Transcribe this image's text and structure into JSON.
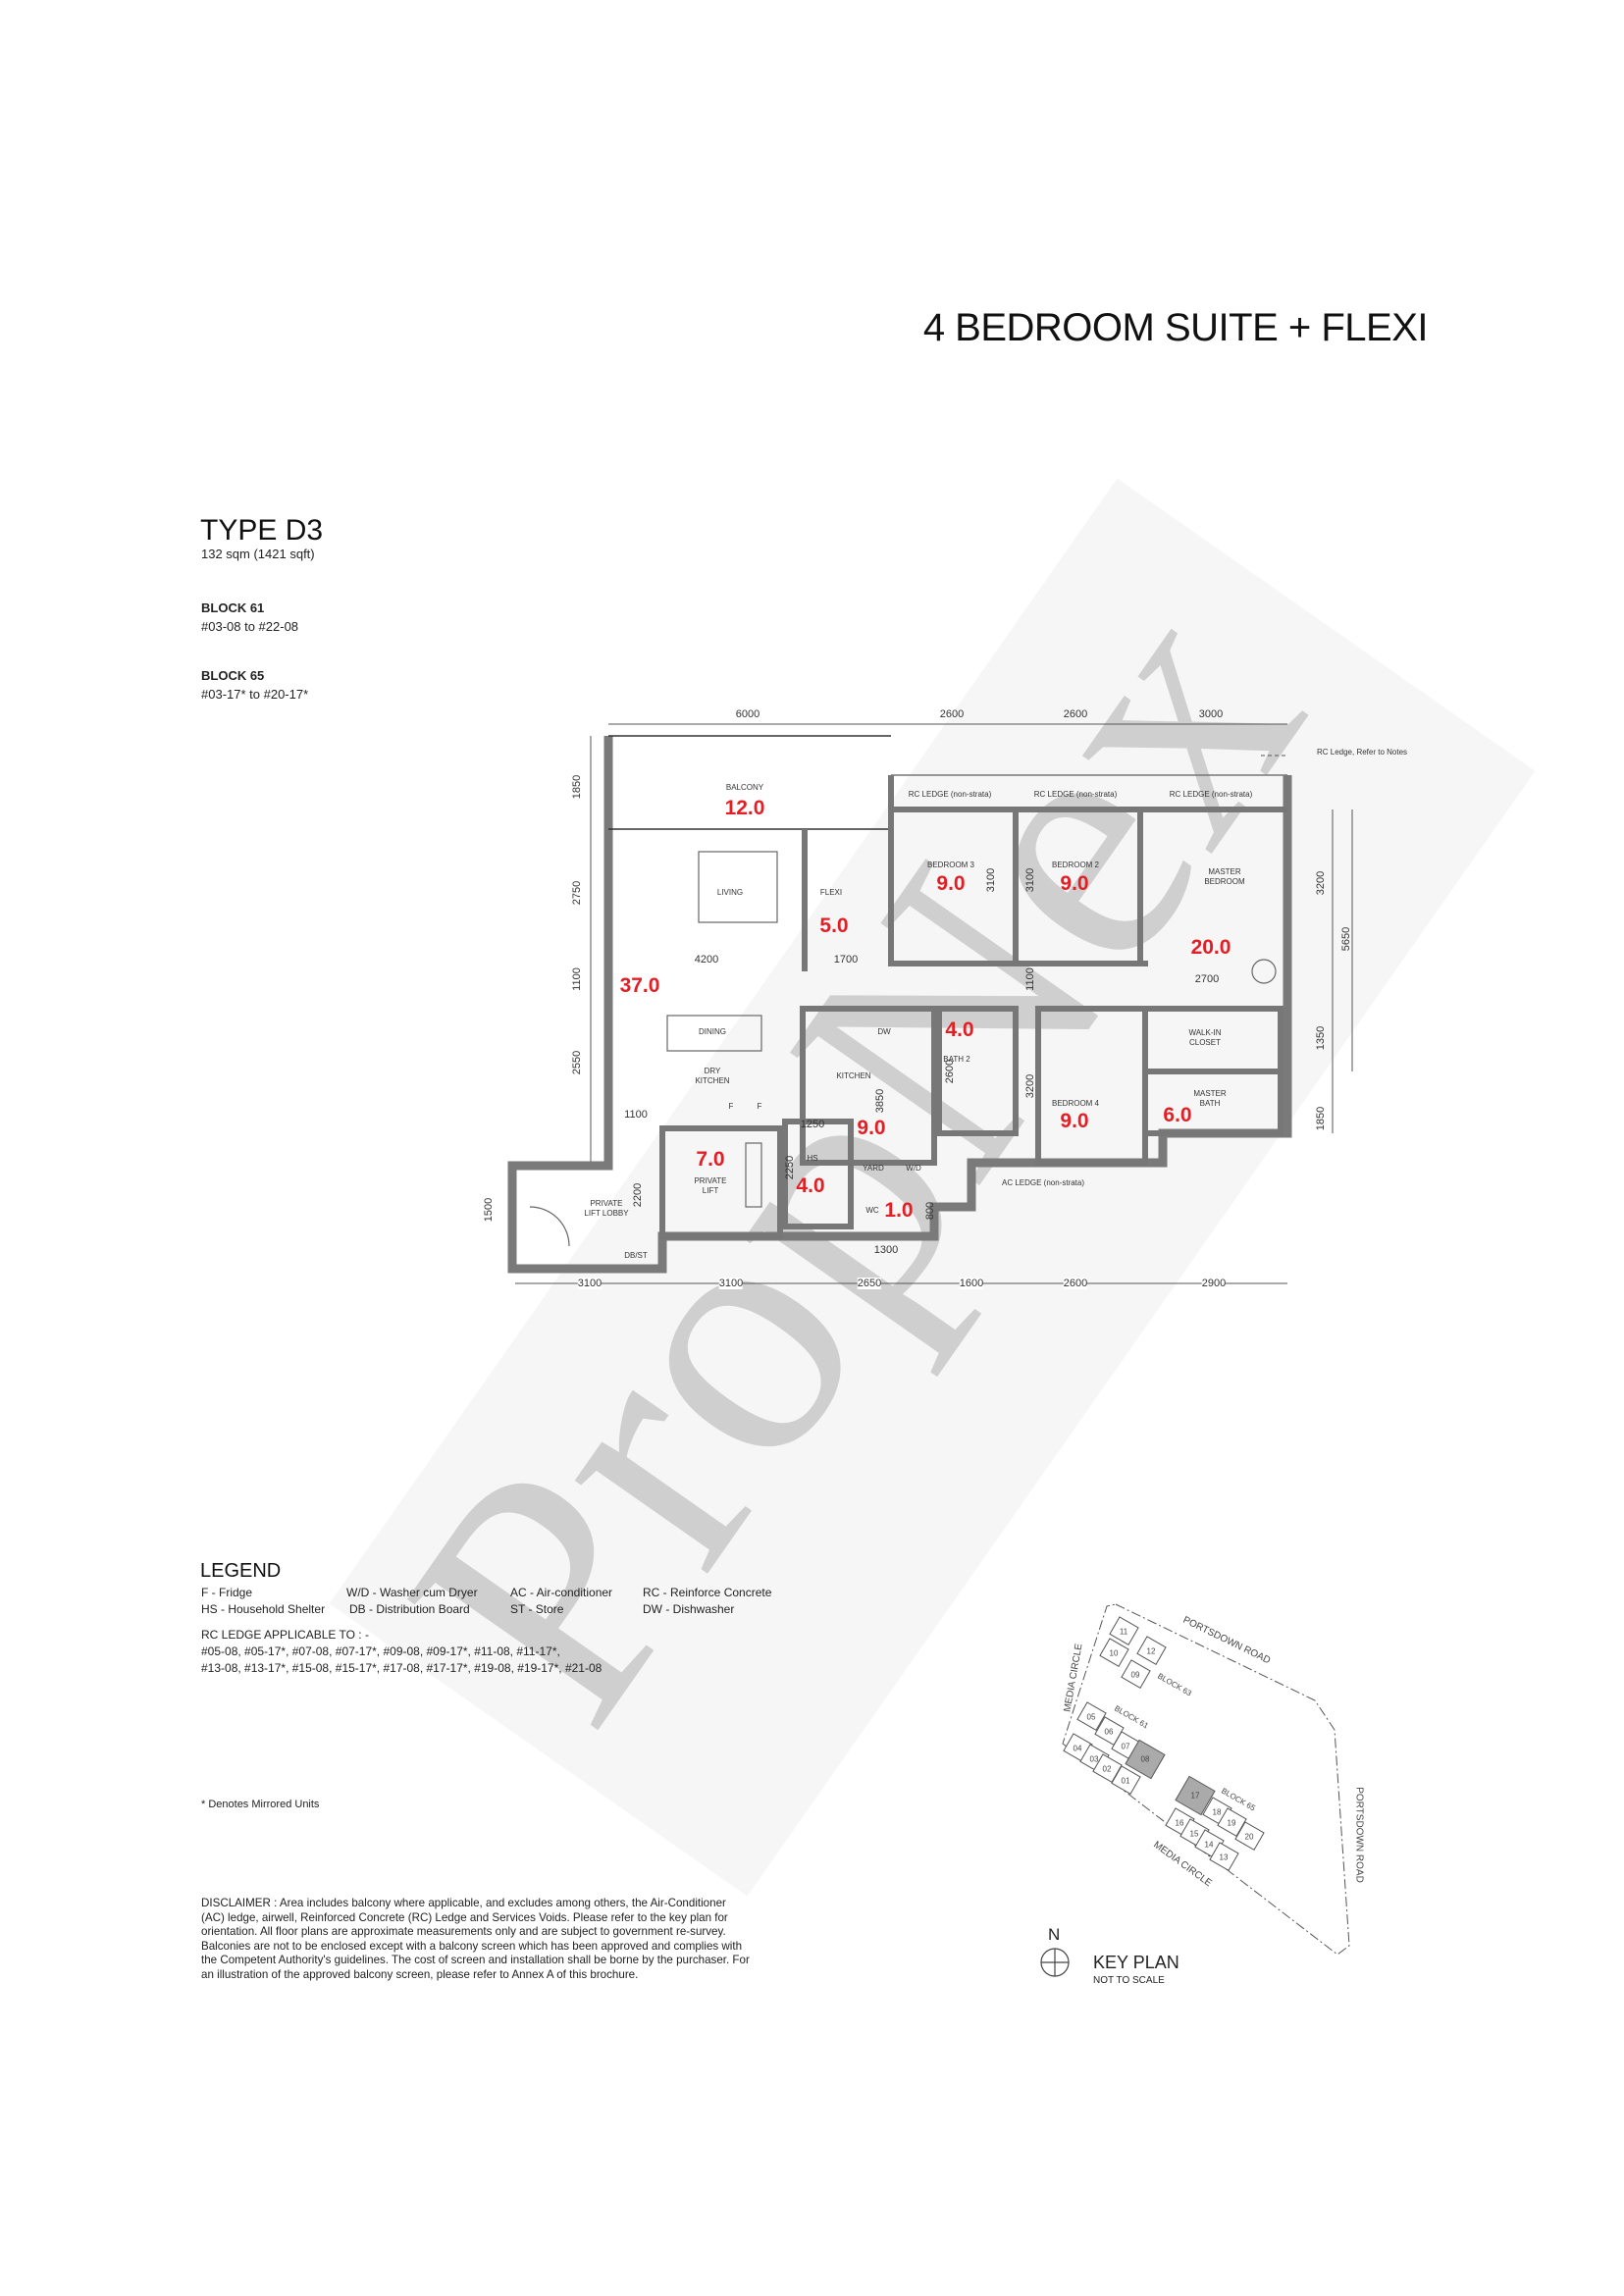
{
  "header": {
    "title": "4 BEDROOM SUITE + FLEXI"
  },
  "unit": {
    "type": "TYPE D3",
    "size": "132 sqm (1421 sqft)",
    "blocks": [
      {
        "name": "BLOCK 61",
        "units": "#03-08 to #22-08"
      },
      {
        "name": "BLOCK 65",
        "units": "#03-17* to #20-17*"
      }
    ]
  },
  "plan": {
    "rc_ledge_note": "RC Ledge, Refer to Notes",
    "rooms": {
      "balcony": {
        "label": "BALCONY",
        "area": "12.0"
      },
      "living": {
        "label": "LIVING"
      },
      "living_dining_area": "37.0",
      "flexi": {
        "label": "FLEXI",
        "area": "5.0"
      },
      "bedroom3": {
        "label": "BEDROOM 3",
        "area": "9.0"
      },
      "bedroom2": {
        "label": "BEDROOM 2",
        "area": "9.0"
      },
      "master_bedroom": {
        "label": "MASTER BEDROOM",
        "area": "20.0"
      },
      "dining": {
        "label": "DINING"
      },
      "dry_kitchen": {
        "label": "DRY KITCHEN"
      },
      "kitchen": {
        "label": "KITCHEN",
        "area": "9.0"
      },
      "bath2": {
        "label": "BATH 2",
        "area": "4.0"
      },
      "walk_in_closet": {
        "label": "WALK-IN CLOSET"
      },
      "bedroom4": {
        "label": "BEDROOM 4",
        "area": "9.0"
      },
      "master_bath": {
        "label": "MASTER BATH",
        "area": "6.0"
      },
      "private_lift": {
        "label": "PRIVATE LIFT",
        "area": "7.0"
      },
      "hs": {
        "label": "HS",
        "area": "4.0"
      },
      "yard": {
        "label": "YARD"
      },
      "wd": {
        "label": "W/D"
      },
      "wc": {
        "label": "WC",
        "area": "1.0"
      },
      "lift_lobby": {
        "label": "PRIVATE LIFT LOBBY"
      },
      "dbst": {
        "label": "DB/ST"
      },
      "dw": {
        "label": "DW"
      },
      "fridge": {
        "label": "F"
      },
      "ac_ledge": {
        "label": "AC LEDGE (non-strata)"
      },
      "rc_ledge": {
        "label": "RC LEDGE (non-strata)"
      }
    },
    "dims_top": [
      "6000",
      "2600",
      "2600",
      "3000"
    ],
    "dims_bottom": [
      "3100",
      "3100",
      "2650",
      "1600",
      "2600",
      "2900"
    ],
    "dims_left": [
      "1850",
      "2750",
      "1100",
      "2550",
      "1500"
    ],
    "dims_right": [
      "3200",
      "5650",
      "1350",
      "1850"
    ],
    "dims_inner": [
      "4200",
      "1700",
      "3100",
      "3100",
      "1100",
      "2700",
      "2600",
      "3200",
      "3850",
      "1250",
      "2250",
      "2200",
      "1100",
      "1300",
      "800"
    ]
  },
  "legend": {
    "title": "LEGEND",
    "items": [
      "F - Fridge",
      "HS - Household Shelter",
      "W/D - Washer cum Dryer",
      "DB - Distribution Board",
      "AC - Air-conditioner",
      "ST - Store",
      "RC - Reinforce Concrete",
      "DW - Dishwasher"
    ],
    "rc_ledge_title": "RC LEDGE APPLICABLE TO : -",
    "rc_ledge_line1": "#05-08, #05-17*, #07-08, #07-17*, #09-08, #09-17*, #11-08, #11-17*,",
    "rc_ledge_line2": "#13-08, #13-17*, #15-08, #15-17*, #17-08, #17-17*, #19-08, #19-17*, #21-08"
  },
  "mirrored_note": "* Denotes Mirrored Units",
  "disclaimer": "DISCLAIMER : Area includes balcony where applicable, and excludes among others, the Air-Conditioner (AC) ledge, airwell, Reinforced Concrete (RC) Ledge and Services Voids. Please refer to the key plan for orientation. All floor plans are approximate measurements only and are subject to government re-survey. Balconies are not to be enclosed except with a balcony screen which has been approved and complies with the Competent Authority's guidelines. The cost of screen and installation shall be borne by the purchaser. For an illustration of the approved balcony screen, please refer to Annex A of this brochure.",
  "key_plan": {
    "title": "KEY PLAN",
    "subtitle": "NOT TO SCALE",
    "north": "N",
    "roads": [
      "PORTSDOWN ROAD",
      "PORTSDOWN ROAD",
      "MEDIA CIRCLE",
      "MEDIA CIRCLE"
    ],
    "blocks": [
      "BLOCK 63",
      "BLOCK 61",
      "BLOCK 65"
    ],
    "units": [
      "11",
      "10",
      "12",
      "09",
      "05",
      "06",
      "07",
      "08",
      "04",
      "03",
      "02",
      "01",
      "17",
      "18",
      "19",
      "20",
      "16",
      "15",
      "14",
      "13"
    ],
    "highlighted_units": [
      "08",
      "17"
    ]
  },
  "watermark": "PropNex",
  "colors": {
    "area_red": "#e31e24",
    "wall": "#8c8c8c"
  }
}
